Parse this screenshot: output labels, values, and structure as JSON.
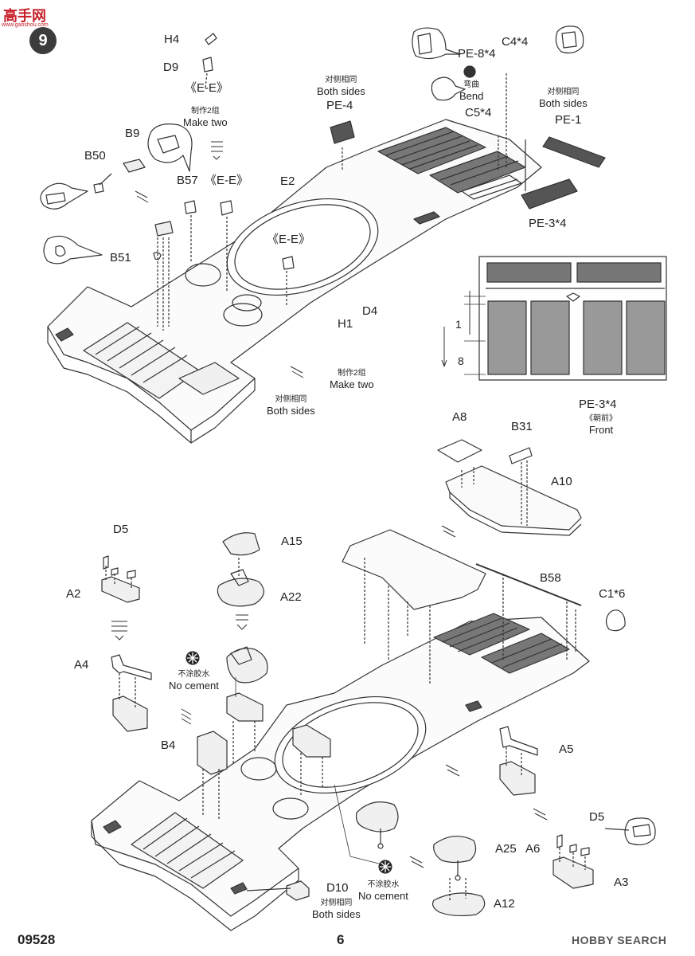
{
  "header": {
    "logo": "高手网",
    "logo_sub": "www.gaoshou.com",
    "step_number": "9"
  },
  "labels": {
    "h4": "H4",
    "d9": "D9",
    "ee1": "《E-E》",
    "make_two_cn": "制作2组",
    "make_two": "Make two",
    "b9": "B9",
    "b50": "B50",
    "b57": "B57",
    "ee2": "《E-E》",
    "e2": "E2",
    "ee3": "《E-E》",
    "b51": "B51",
    "both_cn": "对侧相同",
    "both_sides": "Both sides",
    "pe4": "PE-4",
    "pe8": "PE-8*4",
    "c4": "C4*4",
    "bend_cn": "弯曲",
    "bend": "Bend",
    "c5": "C5*4",
    "pe1": "PE-1",
    "pe3": "PE-3*4",
    "h1": "H1",
    "d4": "D4",
    "dim1": "1",
    "dim8": "8",
    "front_cn": "《朝前》",
    "front": "Front",
    "a8": "A8",
    "b31": "B31",
    "a10": "A10",
    "d5": "D5",
    "a15": "A15",
    "a2": "A2",
    "a22": "A22",
    "b58": "B58",
    "c16": "C1*6",
    "a4": "A4",
    "nocement_cn": "不涂胶水",
    "no_cement": "No cement",
    "b4": "B4",
    "a5": "A5",
    "a6": "A6",
    "a25": "A25",
    "a3": "A3",
    "d10": "D10",
    "a12": "A12"
  },
  "footer": {
    "code": "09528",
    "page": "6",
    "brand": "HOBBY SEARCH"
  }
}
